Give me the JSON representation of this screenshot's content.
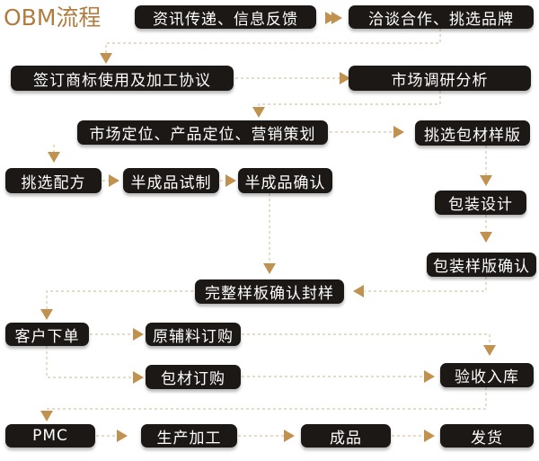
{
  "title": "OBM流程",
  "colors": {
    "accent": "#b07c40",
    "arrow": "#c0914f",
    "connector": "#d9c4a6",
    "box": "#1c1816",
    "box_text": "#ffffff"
  },
  "steps": {
    "info": "资讯传递、信息反馈",
    "negotiate": "洽谈合作、挑选品牌",
    "contract": "签订商标使用及加工协议",
    "market_research": "市场调研分析",
    "positioning": "市场定位、产品定位、营销策划",
    "pick_pack": "挑选包材样版",
    "pick_formula": "挑选配方",
    "semi_trial": "半成品试制",
    "semi_confirm": "半成品确认",
    "pack_design": "包装设计",
    "pack_confirm": "包装样版确认",
    "seal_sample": "完整样板确认封样",
    "order": "客户下单",
    "raw_purchase": "原辅料订购",
    "pack_purchase": "包材订购",
    "inspection": "验收入库",
    "pmc": "PMC",
    "production": "生产加工",
    "finished": "成品",
    "shipping": "发货"
  }
}
